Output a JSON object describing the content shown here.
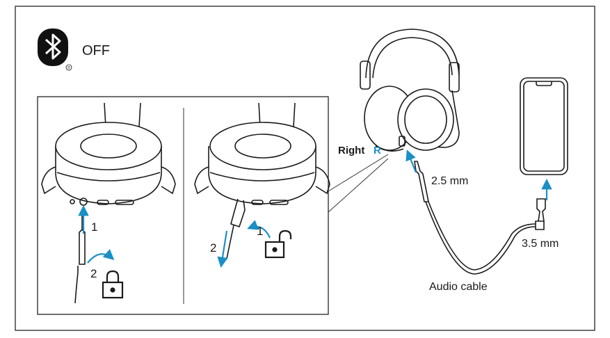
{
  "bluetooth": {
    "status": "OFF",
    "icon": "bluetooth-icon"
  },
  "steps": {
    "insert": {
      "step1": "1",
      "step2": "2",
      "icon": "lock-closed-icon"
    },
    "remove": {
      "step1": "1",
      "step2": "2",
      "icon": "lock-open-icon"
    }
  },
  "labels": {
    "side_word": "Right",
    "side_letter": "R",
    "plug_small": "2.5 mm",
    "plug_large": "3.5 mm",
    "cable": "Audio cable"
  },
  "colors": {
    "accent": "#1b8fc6",
    "line": "#1a1a1a",
    "frame": "#333333"
  }
}
